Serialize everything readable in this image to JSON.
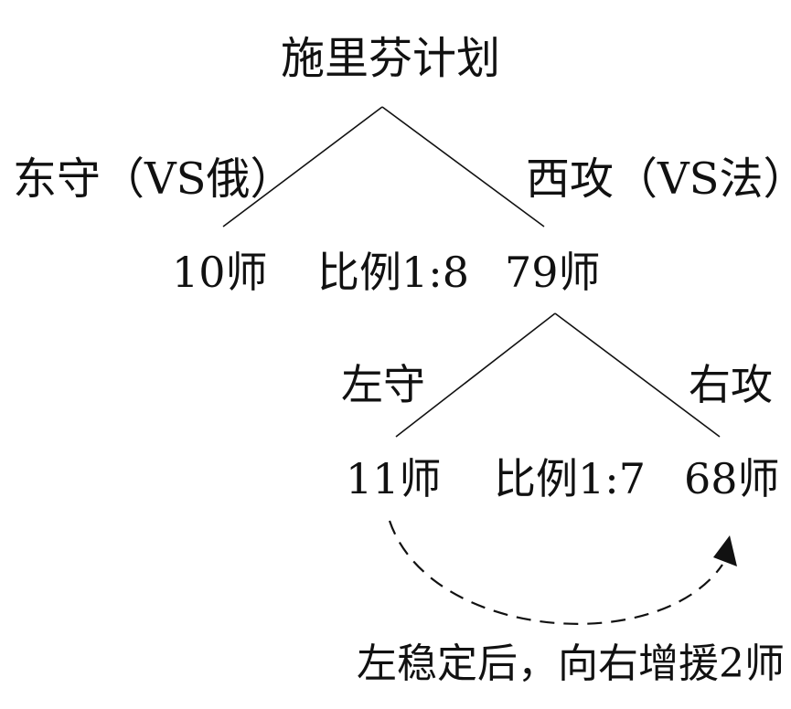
{
  "diagram": {
    "root": "施里芬计划",
    "left_branch": "东守（VS俄）",
    "right_branch": "西攻（VS法）",
    "level1": {
      "left_value": "10师",
      "ratio": "比例1:8",
      "right_value": "79师"
    },
    "sub_left_branch": "左守",
    "sub_right_branch": "右攻",
    "level2": {
      "left_value": "11师",
      "ratio": "比例1:7",
      "right_value": "68师"
    },
    "note": "左稳定后，向右增援2师"
  },
  "colors": {
    "line": "#111111",
    "text": "#111111",
    "background": "#ffffff"
  }
}
